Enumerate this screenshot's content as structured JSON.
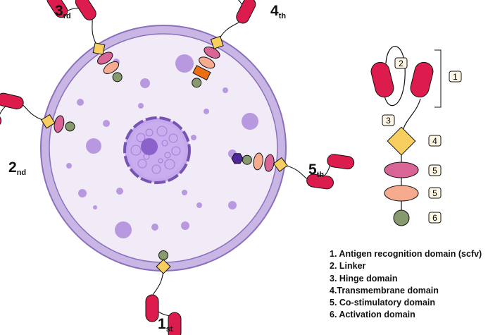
{
  "generations": [
    {
      "num": "1",
      "suffix": "st"
    },
    {
      "num": "2",
      "suffix": "nd"
    },
    {
      "num": "3",
      "suffix": "rd"
    },
    {
      "num": "4",
      "suffix": "th"
    },
    {
      "num": "5",
      "suffix": "th"
    }
  ],
  "callouts": {
    "scfv": "1",
    "hinge": "3",
    "linker": "2",
    "transmembrane": "4",
    "costim_a": "5",
    "costim_b": "5",
    "activation": "6"
  },
  "legend": [
    "1. Antigen recognition domain (scfv)",
    "2. Linker",
    "3. Hinge domain",
    "4.Transmembrane domain",
    "5. Co-stimulatory domain",
    "6. Activation domain"
  ],
  "colors": {
    "cell_membrane": "#c9b6e4",
    "cell_outline": "#8a70bd",
    "cytoplasm": "#f1ebf8",
    "vesicle": "#b899e0",
    "nucleus": "#c4a8ec",
    "scfv": "#dc1c4c",
    "transmembrane": "#f8cf5e",
    "costim_1": "#d96597",
    "costim_2": "#f6ab8f",
    "activation": "#879a6d",
    "cytokine": "#ec6d12",
    "iCasp": "#4f2799"
  }
}
